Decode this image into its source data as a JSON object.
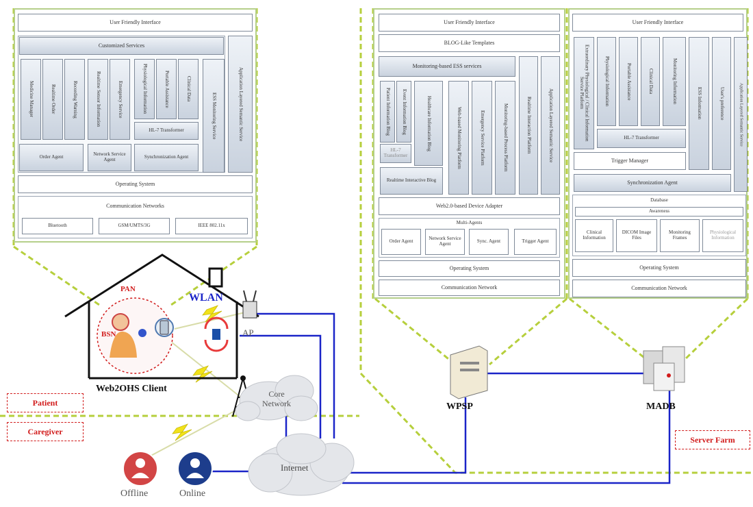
{
  "client_stack": {
    "ui": "User Friendly Interface",
    "customized_services": "Customized Services",
    "services": [
      "Medicine Manager",
      "Realtime Order",
      "Recording Warning",
      "Realtime Sensor Information",
      "Emergency Service",
      "Physiological Information",
      "Portable Assistance",
      "Clinical Data"
    ],
    "hl7": "HL-7 Transformer",
    "ess_monitoring": "ESS Monitoring Service",
    "app_layered": "Application Layered Semantic Service",
    "order_agent": "Order Agent",
    "network_service_agent": "Network Service Agent",
    "sync_agent": "Synchronization Agent",
    "os": "Operating System",
    "comm": "Communication Networks",
    "networks": [
      "Bluetooth",
      "GSM/UMTS/3G",
      "IEEE 802.11x"
    ]
  },
  "wpsp_stack": {
    "ui": "User Friendly Interface",
    "templates": "BLOG-Like Templates",
    "monitoring_ess": "Monitoring-based ESS services",
    "blogs": [
      "Patient Information Blog",
      "Event Information Blog",
      "Healthcare Information Blog"
    ],
    "hl7": "HL-7 Transformer",
    "realtime_blog": "Realtime Interactive Blog",
    "platforms": [
      "Web-based Monitoring Platform",
      "Emergency Service Platform",
      "Monitoring-based Process Platform",
      "Realtime Interaction Platform",
      "Application Layered Semantic Service"
    ],
    "adapter": "Web2.0-based Device Adapter",
    "multi_agents": "Multi-Agents",
    "agents": [
      "Order Agent",
      "Network Service Agent",
      "Sync. Agent",
      "Trigger Agent"
    ],
    "os": "Operating System",
    "comm": "Communication Network"
  },
  "madb_stack": {
    "ui": "User Friendly Interface",
    "columns": [
      "Extraordinary Physiological / Clinical Information Service Platform",
      "Physiological Information",
      "Portable Assistance",
      "Clinical Data",
      "Monitoring Information",
      "ESS Information",
      "User's preference",
      "Application Layered Semantic Service"
    ],
    "hl7": "HL-7 Transformer",
    "trigger_manager": "Trigger Manager",
    "sync_agent": "Synchronization Agent",
    "database": "Database",
    "awareness": "Awareness",
    "records": [
      "Clinical Information",
      "DICOM Image Files",
      "Monitoring Frames",
      "Physiological Information"
    ],
    "os": "Operating System",
    "comm": "Communication Network"
  },
  "network": {
    "pan": "PAN",
    "bsn": "BSN",
    "wlan": "WLAN",
    "ap": "AP",
    "client": "Web2OHS Client",
    "core_network": "Core Network",
    "internet": "Internet",
    "offline": "Offline",
    "online": "Online",
    "wpsp": "WPSP",
    "madb": "MADB"
  },
  "tags": {
    "patient": "Patient",
    "caregiver": "Caregiver",
    "server_farm": "Server Farm"
  },
  "colors": {
    "dashed_line": "#b6cf3c",
    "link": "#1a24c8",
    "wireless": "#f1e21a",
    "label_red": "#d11b1b",
    "offline_user": "#d24545",
    "online_user": "#1d3d8c"
  }
}
